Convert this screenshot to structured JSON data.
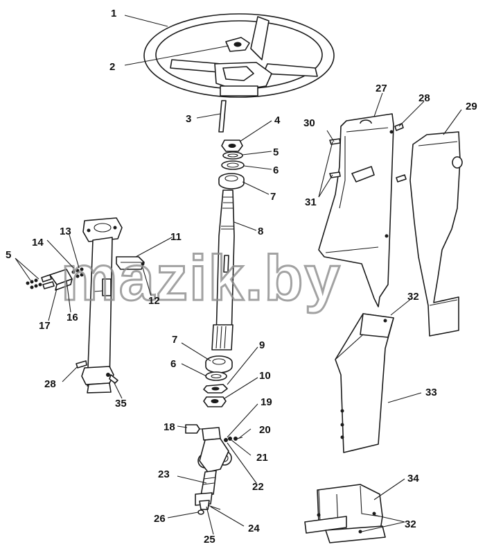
{
  "watermark": "mazik.by",
  "callouts": [
    {
      "id": "c1",
      "text": "1"
    },
    {
      "id": "c2",
      "text": "2"
    },
    {
      "id": "c3",
      "text": "3"
    },
    {
      "id": "c4",
      "text": "4"
    },
    {
      "id": "c5a",
      "text": "5"
    },
    {
      "id": "c5b",
      "text": "5"
    },
    {
      "id": "c6a",
      "text": "6"
    },
    {
      "id": "c6b",
      "text": "6"
    },
    {
      "id": "c7a",
      "text": "7"
    },
    {
      "id": "c7b",
      "text": "7"
    },
    {
      "id": "c8",
      "text": "8"
    },
    {
      "id": "c9",
      "text": "9"
    },
    {
      "id": "c10",
      "text": "10"
    },
    {
      "id": "c11",
      "text": "11"
    },
    {
      "id": "c12",
      "text": "12"
    },
    {
      "id": "c13",
      "text": "13"
    },
    {
      "id": "c14",
      "text": "14"
    },
    {
      "id": "c16",
      "text": "16"
    },
    {
      "id": "c17",
      "text": "17"
    },
    {
      "id": "c18",
      "text": "18"
    },
    {
      "id": "c19",
      "text": "19"
    },
    {
      "id": "c20",
      "text": "20"
    },
    {
      "id": "c21",
      "text": "21"
    },
    {
      "id": "c22",
      "text": "22"
    },
    {
      "id": "c23",
      "text": "23"
    },
    {
      "id": "c24",
      "text": "24"
    },
    {
      "id": "c25",
      "text": "25"
    },
    {
      "id": "c26",
      "text": "26"
    },
    {
      "id": "c27",
      "text": "27"
    },
    {
      "id": "c28a",
      "text": "28"
    },
    {
      "id": "c28b",
      "text": "28"
    },
    {
      "id": "c29",
      "text": "29"
    },
    {
      "id": "c30",
      "text": "30"
    },
    {
      "id": "c31",
      "text": "31"
    },
    {
      "id": "c32a",
      "text": "32"
    },
    {
      "id": "c32b",
      "text": "32"
    },
    {
      "id": "c33",
      "text": "33"
    },
    {
      "id": "c34",
      "text": "34"
    },
    {
      "id": "c35",
      "text": "35"
    }
  ]
}
